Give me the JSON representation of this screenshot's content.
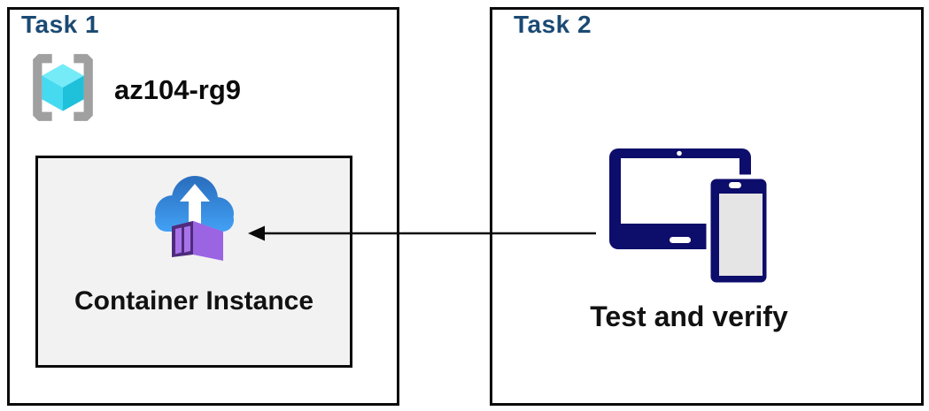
{
  "task1": {
    "title": "Task 1",
    "resource_group": {
      "name": "az104-rg9",
      "icon": "resource-group-icon"
    },
    "container_instance": {
      "label": "Container Instance",
      "icon": "container-instance-icon",
      "box_background": "#f2f2f2"
    }
  },
  "task2": {
    "title": "Task 2",
    "label": "Test and verify",
    "icon": "devices-icon"
  },
  "connector": {
    "type": "arrow",
    "direction": "right-to-left",
    "from": "devices-icon",
    "to": "container-instance-icon"
  },
  "colors": {
    "task_title": "#1b4a74",
    "box_border": "#0a0a0a",
    "container_box_background": "#f2f2f2",
    "devices_navy": "#0d0d6b",
    "cloud_blue_top": "#2b70c1",
    "cloud_blue_bottom": "#42a1f5",
    "container_purple_front": "#4e2b7c",
    "container_purple_side": "#9b64e3",
    "container_purple_top": "#b88af1",
    "cube_cyan_top": "#74ebf7",
    "cube_cyan_left": "#45daf0",
    "cube_cyan_right": "#1ec0da",
    "bracket_gray": "#a0a0a0"
  }
}
